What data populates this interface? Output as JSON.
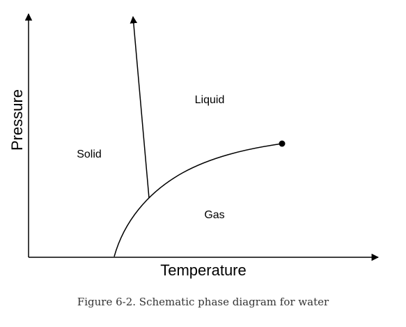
{
  "diagram": {
    "axes": {
      "x_label": "Temperature",
      "y_label": "Pressure"
    },
    "regions": {
      "solid": "Solid",
      "liquid": "Liquid",
      "gas": "Gas"
    },
    "caption": "Figure 6-2. Schematic phase diagram for water",
    "colors": {
      "line": "#000000",
      "caption_text": "#333333"
    }
  }
}
